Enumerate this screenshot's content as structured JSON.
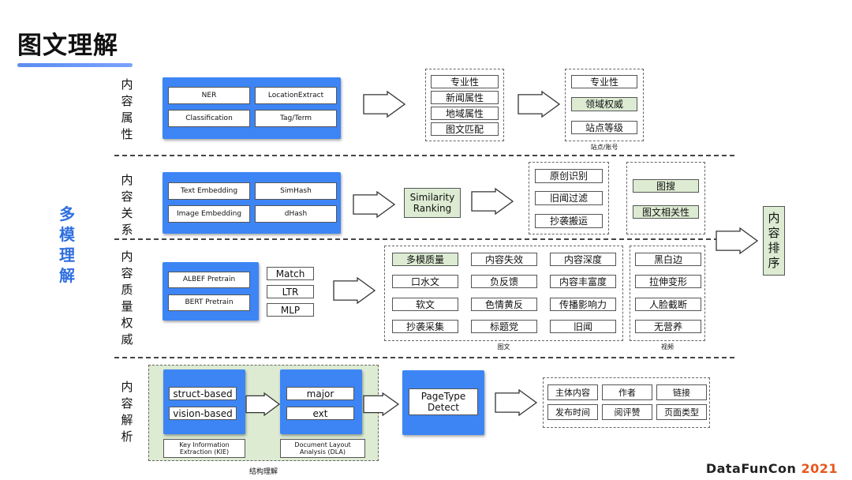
{
  "title": "图文理解",
  "side_label": "多模理解",
  "output_label": "内容排序",
  "brand": {
    "name": "DataFunCon",
    "year": "2021"
  },
  "sections": {
    "attr": {
      "label": "内容属性",
      "models": [
        "NER",
        "LocationExtract",
        "Classification",
        "Tag/Term"
      ],
      "list1": [
        "专业性",
        "新闻属性",
        "地域属性",
        "图文匹配"
      ],
      "list2": [
        "专业性",
        "领域权威",
        "站点等级"
      ],
      "list2_caption": "站点/账号"
    },
    "relation": {
      "label": "内容关系",
      "models": [
        "Text Embedding",
        "SimHash",
        "Image Embedding",
        "dHash"
      ],
      "ranking": "Similarity Ranking",
      "results": [
        "原创识别",
        "旧闻过滤",
        "抄袭搬运"
      ],
      "image_results": [
        "图搜",
        "图文相关性"
      ]
    },
    "quality": {
      "label": "内容质量权威",
      "models": [
        "ALBEF Pretrain",
        "BERT Pretrain"
      ],
      "methods": [
        "Match",
        "LTR",
        "MLP"
      ],
      "grid": [
        [
          "多模质量",
          "内容失效",
          "内容深度"
        ],
        [
          "口水文",
          "负反馈",
          "内容丰富度"
        ],
        [
          "软文",
          "色情黄反",
          "传播影响力"
        ],
        [
          "抄袭采集",
          "标题党",
          "旧闻"
        ]
      ],
      "grid_caption": "图文",
      "video": [
        "黑白边",
        "拉伸变形",
        "人脸截断",
        "无营养"
      ],
      "video_caption": "视频"
    },
    "parse": {
      "label": "内容解析",
      "kie_items": [
        "struct-based",
        "vision-based"
      ],
      "kie_caption": "Key Information Extraction (KIE)",
      "dla_items": [
        "major",
        "ext"
      ],
      "dla_caption": "Document Layout Analysis (DLA)",
      "struct_caption": "结构理解",
      "pagetype": "PageType Detect",
      "outputs": [
        "主体内容",
        "作者",
        "链接",
        "发布时间",
        "阅评赞",
        "页面类型"
      ]
    }
  }
}
